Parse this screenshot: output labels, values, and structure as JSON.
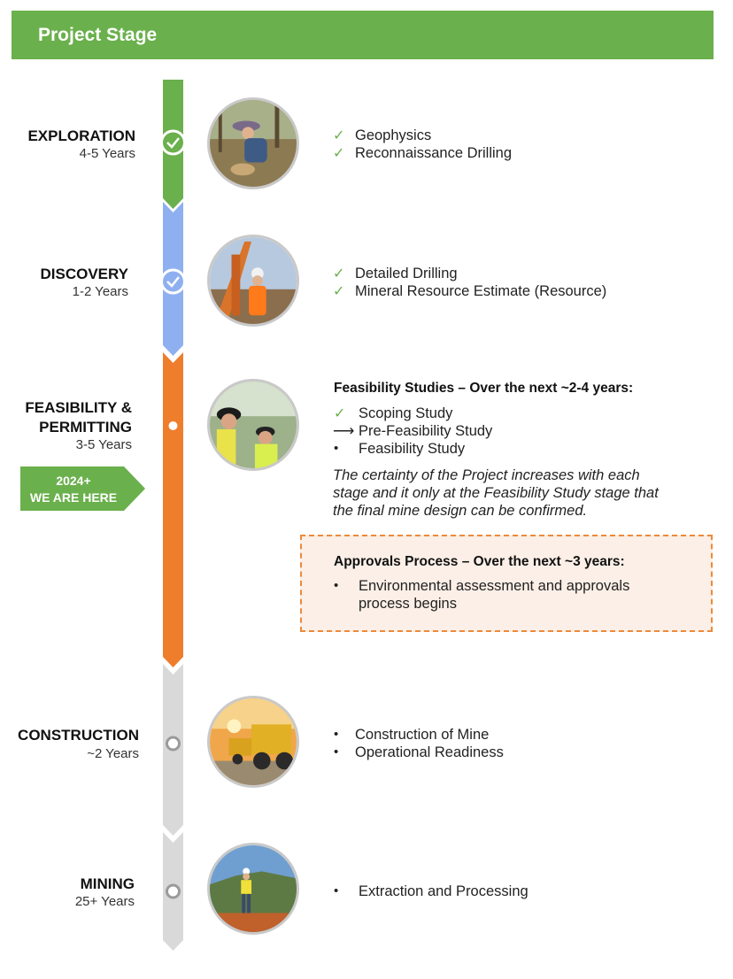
{
  "header": {
    "title": "Project Stage"
  },
  "colors": {
    "green": "#6ab04c",
    "blue": "#8fb0f0",
    "orange": "#ee7d2c",
    "grey": "#d9d9d9"
  },
  "stages": [
    {
      "name": "EXPLORATION",
      "years": "4-5 Years",
      "status": "complete",
      "items": [
        "Geophysics",
        "Reconnaissance Drilling"
      ]
    },
    {
      "name": "DISCOVERY",
      "years": "1-2 Years",
      "status": "complete",
      "items": [
        "Detailed Drilling",
        "Mineral Resource Estimate (Resource)"
      ]
    },
    {
      "name_line1": "FEASIBILITY &",
      "name_line2": "PERMITTING",
      "years": "3-5 Years",
      "status": "current",
      "heading": "Feasibility Studies – Over the next ~2-4 years:",
      "items": [
        "Scoping Study",
        "Pre-Feasibility Study",
        "Feasibility Study"
      ],
      "note_line1": "The certainty of the Project increases with each",
      "note_line2": "stage and it only at the Feasibility Study stage that",
      "note_line3": "the final mine design can be confirmed.",
      "approvals": {
        "heading": "Approvals Process – Over the next ~3 years:",
        "item_line1": "Environmental assessment and approvals",
        "item_line2": "process begins"
      }
    },
    {
      "name": "CONSTRUCTION",
      "years": "~2 Years",
      "status": "future",
      "items": [
        "Construction of Mine",
        "Operational Readiness"
      ]
    },
    {
      "name": "MINING",
      "years": "25+ Years",
      "status": "future",
      "items": [
        "Extraction and Processing"
      ]
    }
  ],
  "badge": {
    "line1": "2024+",
    "line2": "WE ARE HERE"
  },
  "icons": {
    "done": "check-mark-icon",
    "next": "arrow-right-icon",
    "bullet": "bullet-icon"
  }
}
